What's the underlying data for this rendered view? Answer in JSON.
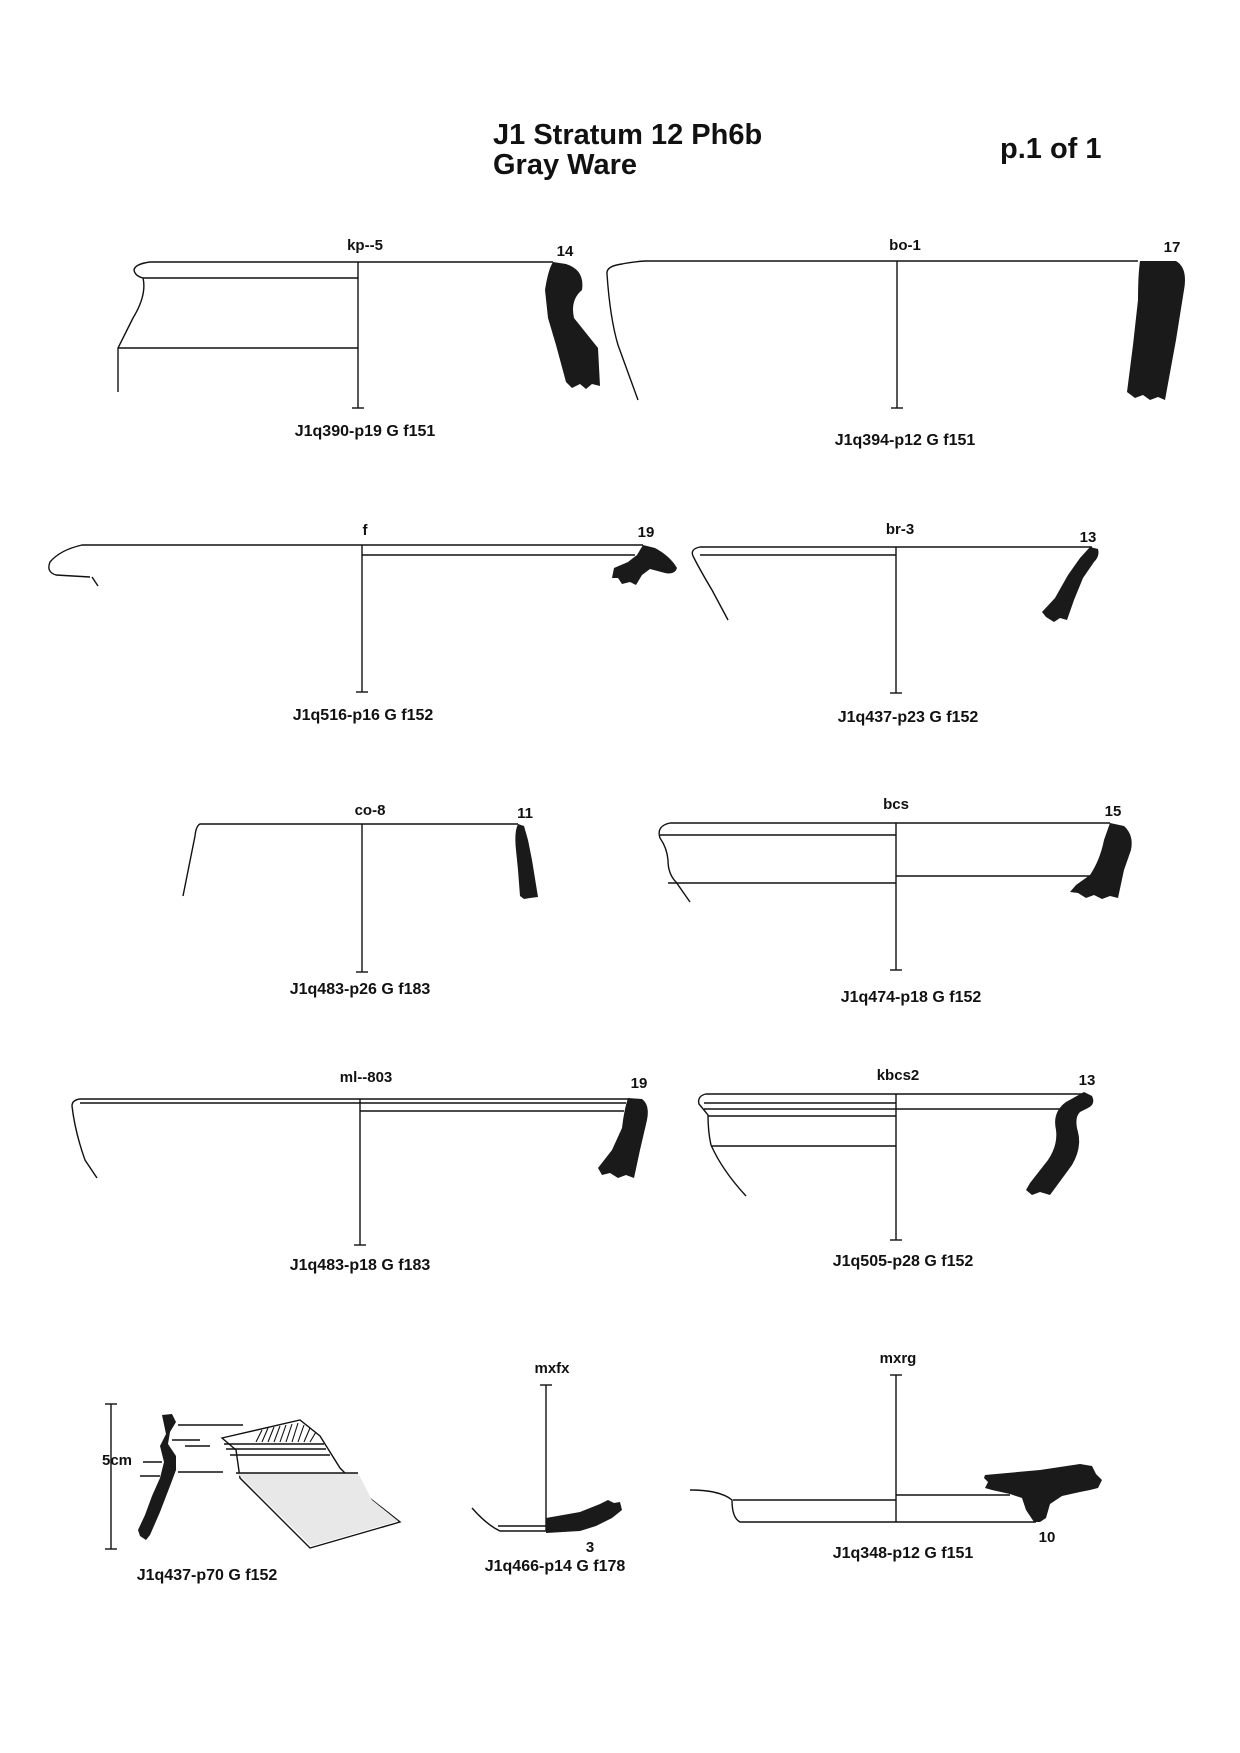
{
  "header": {
    "title_line1": "J1 Stratum 12 Ph6b",
    "title_line2": "Gray Ware",
    "page": "p.1 of 1"
  },
  "colors": {
    "profile_fill": "#1a1a1a",
    "line": "#111111",
    "shade": "#e8e8e8"
  },
  "vessels": [
    {
      "type": "kp--5",
      "diameter": "14",
      "caption": "J1q390-p19 G f151"
    },
    {
      "type": "bo-1",
      "diameter": "17",
      "caption": "J1q394-p12 G f151"
    },
    {
      "type": "f",
      "diameter": "19",
      "caption": "J1q516-p16 G f152"
    },
    {
      "type": "br-3",
      "diameter": "13",
      "caption": "J1q437-p23 G f152"
    },
    {
      "type": "co-8",
      "diameter": "11",
      "caption": "J1q483-p26 G f183"
    },
    {
      "type": "bcs",
      "diameter": "15",
      "caption": "J1q474-p18 G f152"
    },
    {
      "type": "ml--803",
      "diameter": "19",
      "caption": "J1q483-p18 G f183"
    },
    {
      "type": "kbcs2",
      "diameter": "13",
      "caption": "J1q505-p28 G f152"
    },
    {
      "type": "",
      "diameter": "",
      "caption": "J1q437-p70 G f152"
    },
    {
      "type": "mxfx",
      "diameter": "3",
      "caption": "J1q466-p14 G f178"
    },
    {
      "type": "mxrg",
      "diameter": "10",
      "caption": "J1q348-p12 G f151"
    }
  ],
  "scale": {
    "label": "5cm"
  }
}
